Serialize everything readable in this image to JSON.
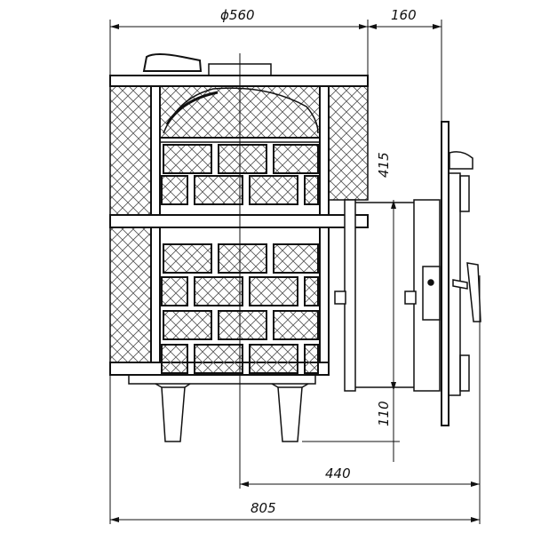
{
  "drawing": {
    "dimensions": {
      "width_diameter": "ϕ560",
      "door_depth": "160",
      "door_height": "415",
      "door_bottom_offset": "110",
      "door_to_center": "440",
      "total_depth": "805"
    },
    "colors": {
      "line": "#111111",
      "background": "#ffffff",
      "hatch": "#555555"
    }
  }
}
